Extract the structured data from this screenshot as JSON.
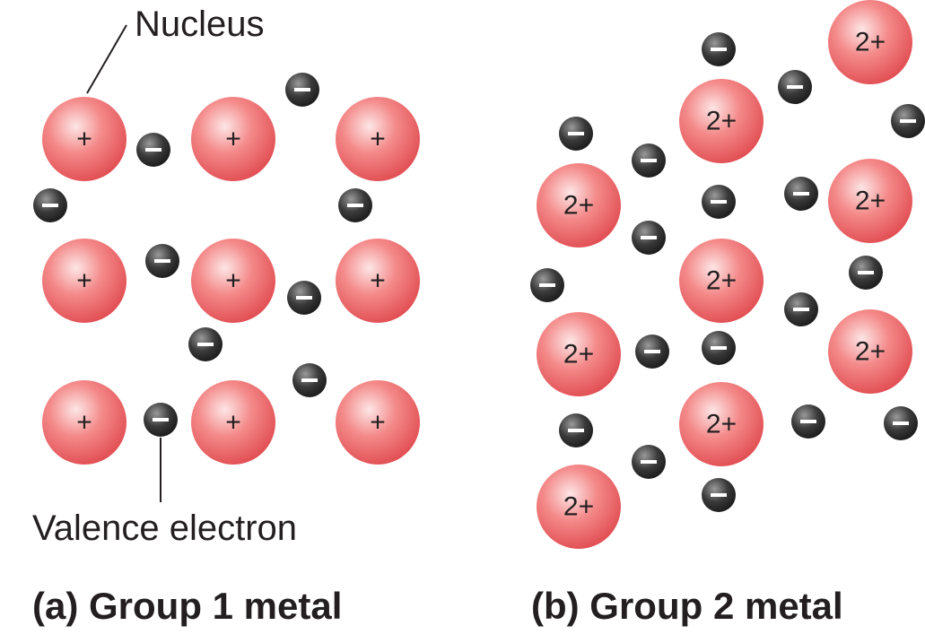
{
  "labels": {
    "nucleus": "Nucleus",
    "valence_electron": "Valence electron"
  },
  "panels": [
    {
      "caption": "(a) Group 1 metal",
      "ion_charge": "+",
      "electron_symbol": "−"
    },
    {
      "caption": "(b) Group 2 metal",
      "ion_charge": "2+",
      "electron_symbol": "−"
    }
  ],
  "colors": {
    "nucleus_light": "#fde6e6",
    "nucleus_mid": "#f48a8a",
    "nucleus_dark": "#e04a4f",
    "electron_light": "#9a9a9a",
    "electron_dark": "#1c1c1c",
    "text": "#231f20"
  }
}
